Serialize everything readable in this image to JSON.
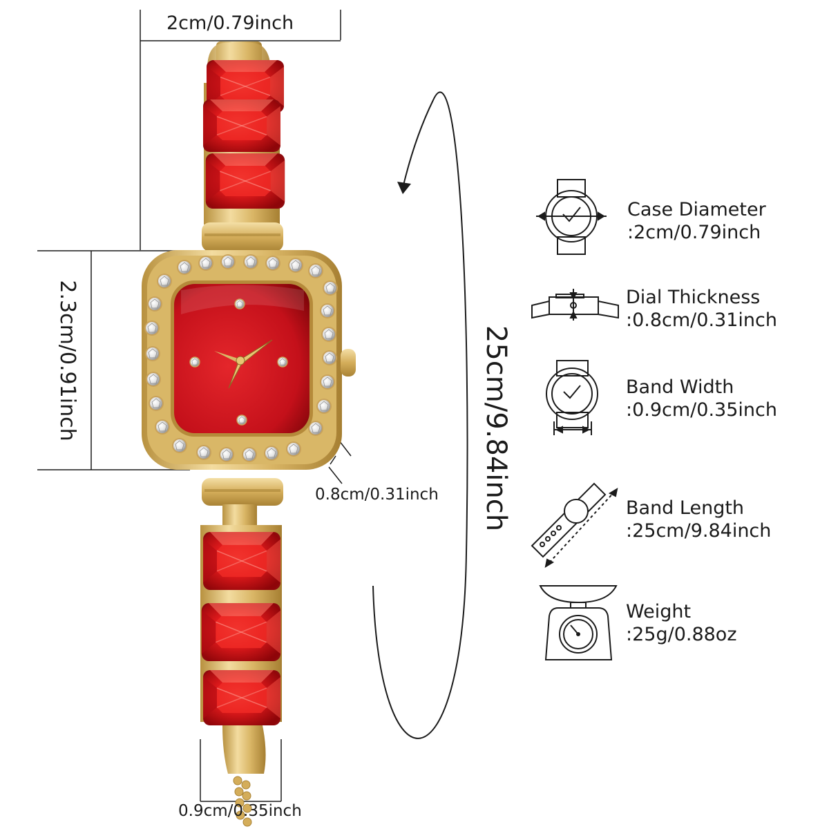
{
  "dimensions": {
    "case_width": "2cm/0.79inch",
    "case_height": "2.3cm/0.91inch",
    "dial_thickness": "0.8cm/0.31inch",
    "band_length": "25cm/9.84inch",
    "band_width": "0.9cm/0.35inch"
  },
  "specs": [
    {
      "icon": "watch-case-diameter-icon",
      "title": "Case Diameter",
      "value": ":2cm/0.79inch"
    },
    {
      "icon": "dial-thickness-icon",
      "title": "Dial Thickness",
      "value": ":0.8cm/0.31inch"
    },
    {
      "icon": "band-width-icon",
      "title": "Band Width",
      "value": ":0.9cm/0.35inch"
    },
    {
      "icon": "band-length-icon",
      "title": "Band Length",
      "value": ":25cm/9.84inch"
    },
    {
      "icon": "weight-scale-icon",
      "title": "Weight",
      "value": ":25g/0.88oz"
    }
  ],
  "colors": {
    "gem_red": "#d8121a",
    "gold": "#d4ad5a",
    "dial_red": "#c8101a",
    "line": "#1a1a1a"
  }
}
